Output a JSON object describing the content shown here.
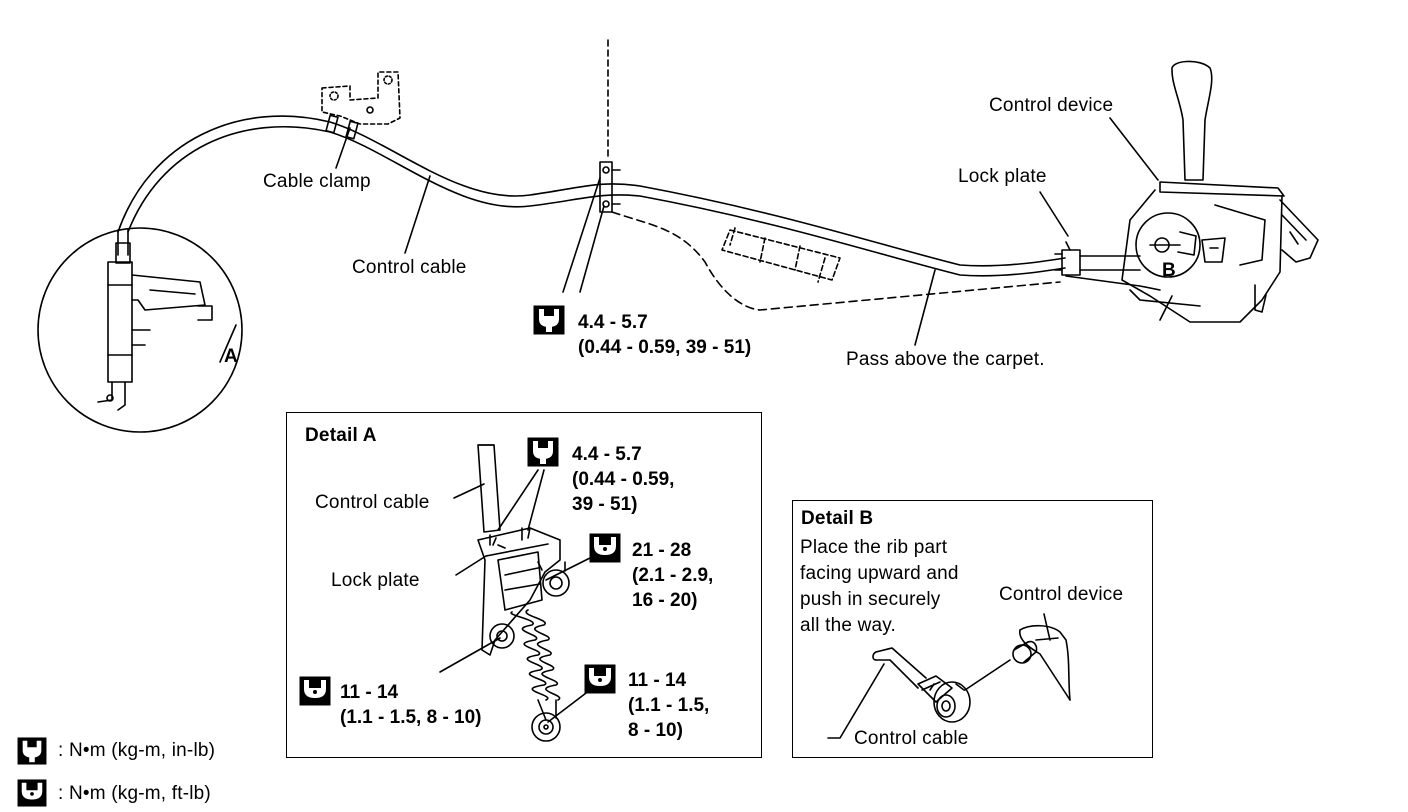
{
  "main": {
    "control_device": "Control device",
    "lock_plate": "Lock plate",
    "cable_clamp": "Cable clamp",
    "control_cable": "Control cable",
    "pass_above": "Pass above the carpet.",
    "callout_a": "A",
    "callout_b": "B",
    "torque": {
      "line1": "4.4 - 5.7",
      "line2": "(0.44 - 0.59, 39 - 51)"
    }
  },
  "detail_a": {
    "title": "Detail A",
    "control_cable": "Control cable",
    "lock_plate": "Lock plate",
    "torque_top": {
      "line1": "4.4 - 5.7",
      "line2": "(0.44 - 0.59,",
      "line3": "39 - 51)"
    },
    "torque_right": {
      "line1": "21 - 28",
      "line2": "(2.1 - 2.9,",
      "line3": "16 - 20)"
    },
    "torque_left": {
      "line1": "11 - 14",
      "line2": "(1.1 - 1.5, 8 - 10)"
    },
    "torque_bottom": {
      "line1": "11 - 14",
      "line2": "(1.1 - 1.5,",
      "line3": "8 - 10)"
    }
  },
  "detail_b": {
    "title": "Detail B",
    "instruction": [
      "Place the rib part",
      "facing upward and",
      "push in securely",
      "all the way."
    ],
    "control_device": "Control device",
    "control_cable": "Control cable"
  },
  "legend": {
    "nm_inlb": ":  N•m  (kg-m,  in-lb)",
    "nm_ftlb": ":  N•m  (kg-m,  ft-lb)"
  }
}
